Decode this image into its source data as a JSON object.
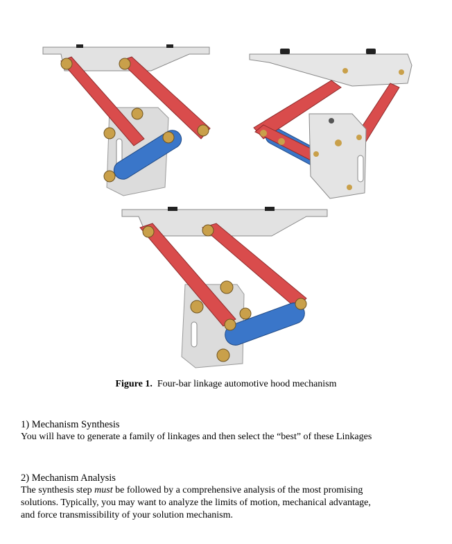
{
  "figure": {
    "label": "Figure 1.",
    "caption": "Four-bar linkage automotive hood mechanism"
  },
  "sections": [
    {
      "heading": "1) Mechanism Synthesis",
      "text": "You will have to generate a family of linkages and then select the “best” of these Linkages"
    },
    {
      "heading": "2) Mechanism Analysis",
      "text_before": "The synthesis step ",
      "emphasis": "must",
      "text_after": " be followed by a comprehensive analysis of the most promising solutions. Typically, you may want to analyze the limits of motion, mechanical advantage, and force transmissibility of your solution mechanism."
    }
  ],
  "colors": {
    "link_red": "#d94c4c",
    "link_red_dark": "#b83a3a",
    "bracket_gray": "#dcdcdc",
    "spring_blue": "#3a76c9",
    "bolt_gold": "#c9a04a"
  }
}
